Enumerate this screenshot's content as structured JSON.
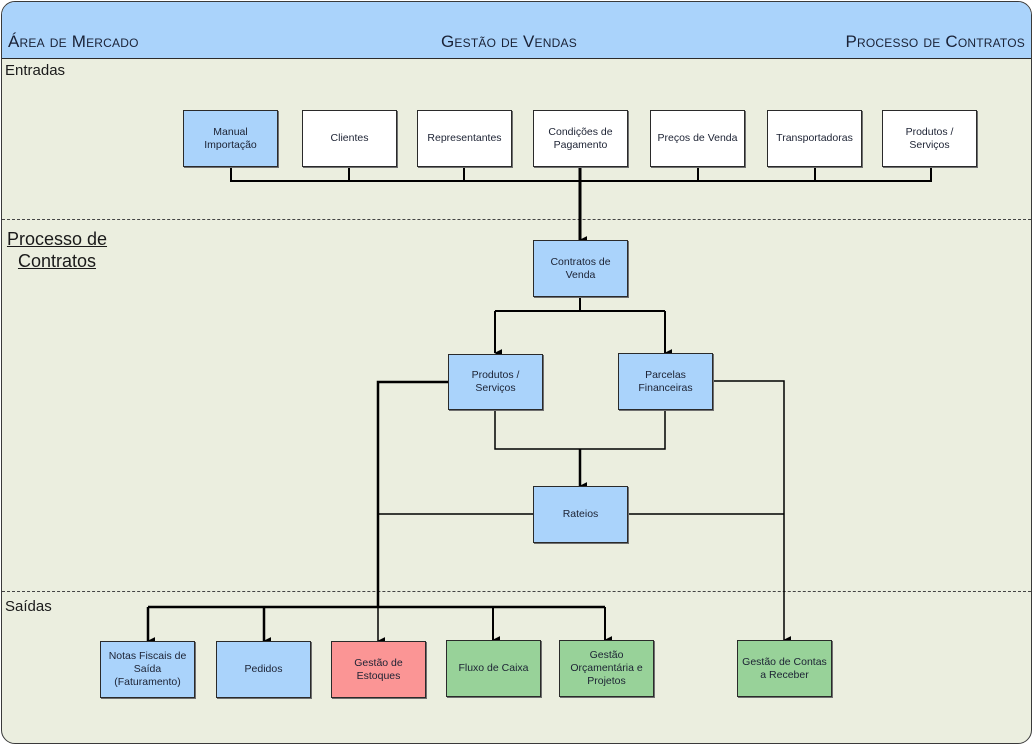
{
  "header": {
    "left": "Área de Mercado",
    "center": "Gestão de Vendas",
    "right": "Processo de Contratos"
  },
  "sections": {
    "inputs": "Entradas",
    "process_line1": "Processo de",
    "process_line2": "Contratos",
    "outputs": "Saídas"
  },
  "colors": {
    "header_bg": "#aad3fb",
    "canvas_bg": "#ebeedf",
    "node_blue": "#aad3fb",
    "node_white": "#ffffff",
    "node_red": "#fb9595",
    "node_green": "#98d299"
  },
  "inputs": [
    {
      "label": "Manual Importação",
      "style": "blue"
    },
    {
      "label": "Clientes",
      "style": "white"
    },
    {
      "label": "Representantes",
      "style": "white"
    },
    {
      "label": "Condições de Pagamento",
      "style": "white"
    },
    {
      "label": "Preços de Venda",
      "style": "white"
    },
    {
      "label": "Transportadoras",
      "style": "white"
    },
    {
      "label": "Produtos / Serviços",
      "style": "white"
    }
  ],
  "process": {
    "contracts": "Contratos de Venda",
    "products": "Produtos / Serviços",
    "installments": "Parcelas Financeiras",
    "allocation": "Rateios"
  },
  "outputs": [
    {
      "label": "Notas Fiscais de Saída (Faturamento)",
      "style": "blue"
    },
    {
      "label": "Pedidos",
      "style": "blue"
    },
    {
      "label": "Gestão de Estoques",
      "style": "red"
    },
    {
      "label": "Fluxo de Caixa",
      "style": "green"
    },
    {
      "label": "Gestão Orçamentária e Projetos",
      "style": "green"
    },
    {
      "label": "Gestão de Contas a Receber",
      "style": "green"
    }
  ]
}
